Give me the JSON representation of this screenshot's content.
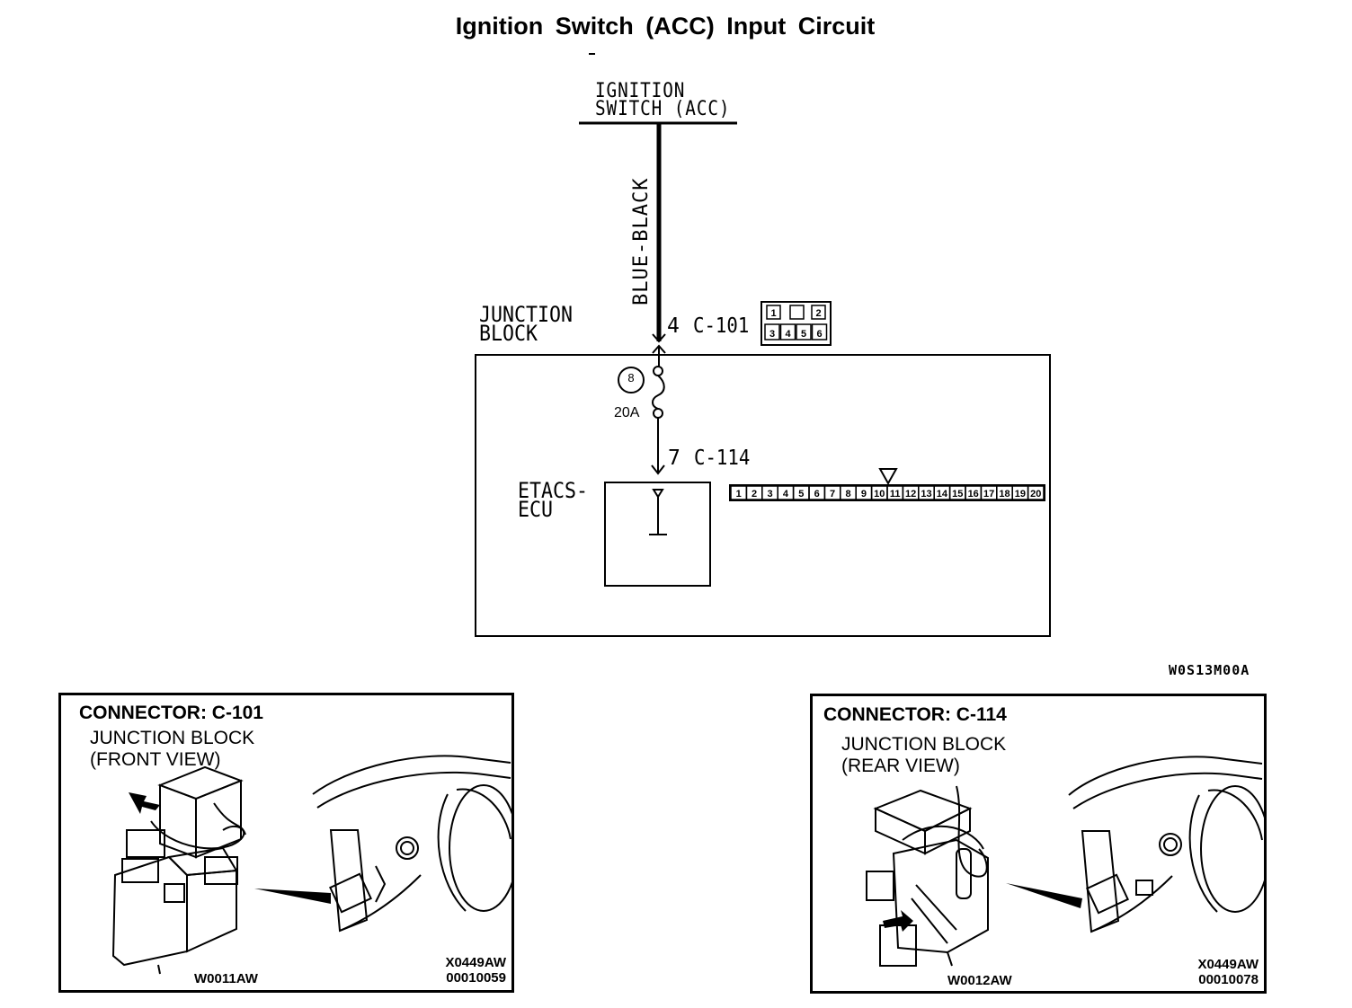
{
  "title": "Ignition Switch (ACC) Input Circuit",
  "switch_label": [
    "IGNITION",
    "SWITCH (ACC)"
  ],
  "wire_color": "BLUE-BLACK",
  "junction_label": [
    "JUNCTION",
    "BLOCK"
  ],
  "connector_top": {
    "pin": "4",
    "name": "C-101",
    "pins_row1": [
      "1",
      "",
      "2"
    ],
    "pins_row2": [
      "3",
      "4",
      "5",
      "6"
    ]
  },
  "fuse": {
    "number": "8",
    "rating": "20A"
  },
  "connector_bottom": {
    "pin": "7",
    "name": "C-114",
    "pins": [
      "1",
      "2",
      "3",
      "4",
      "5",
      "6",
      "7",
      "8",
      "9",
      "10",
      "11",
      "12",
      "13",
      "14",
      "15",
      "16",
      "17",
      "18",
      "19",
      "20"
    ]
  },
  "ecu_label": [
    "ETACS-",
    "ECU"
  ],
  "figure_code": "W0S13M00A",
  "panel_left": {
    "connector_label": "CONNECTOR:  C-101",
    "view_lines": [
      "JUNCTION BLOCK",
      "(FRONT VIEW)"
    ],
    "image_code": "W0011AW",
    "ref_codes": [
      "X0449AW",
      "00010059"
    ]
  },
  "panel_right": {
    "connector_label": "CONNECTOR:  C-114",
    "view_lines": [
      "JUNCTION BLOCK",
      "(REAR VIEW)"
    ],
    "image_code": "W0012AW",
    "ref_codes": [
      "X0449AW",
      "00010078"
    ]
  }
}
